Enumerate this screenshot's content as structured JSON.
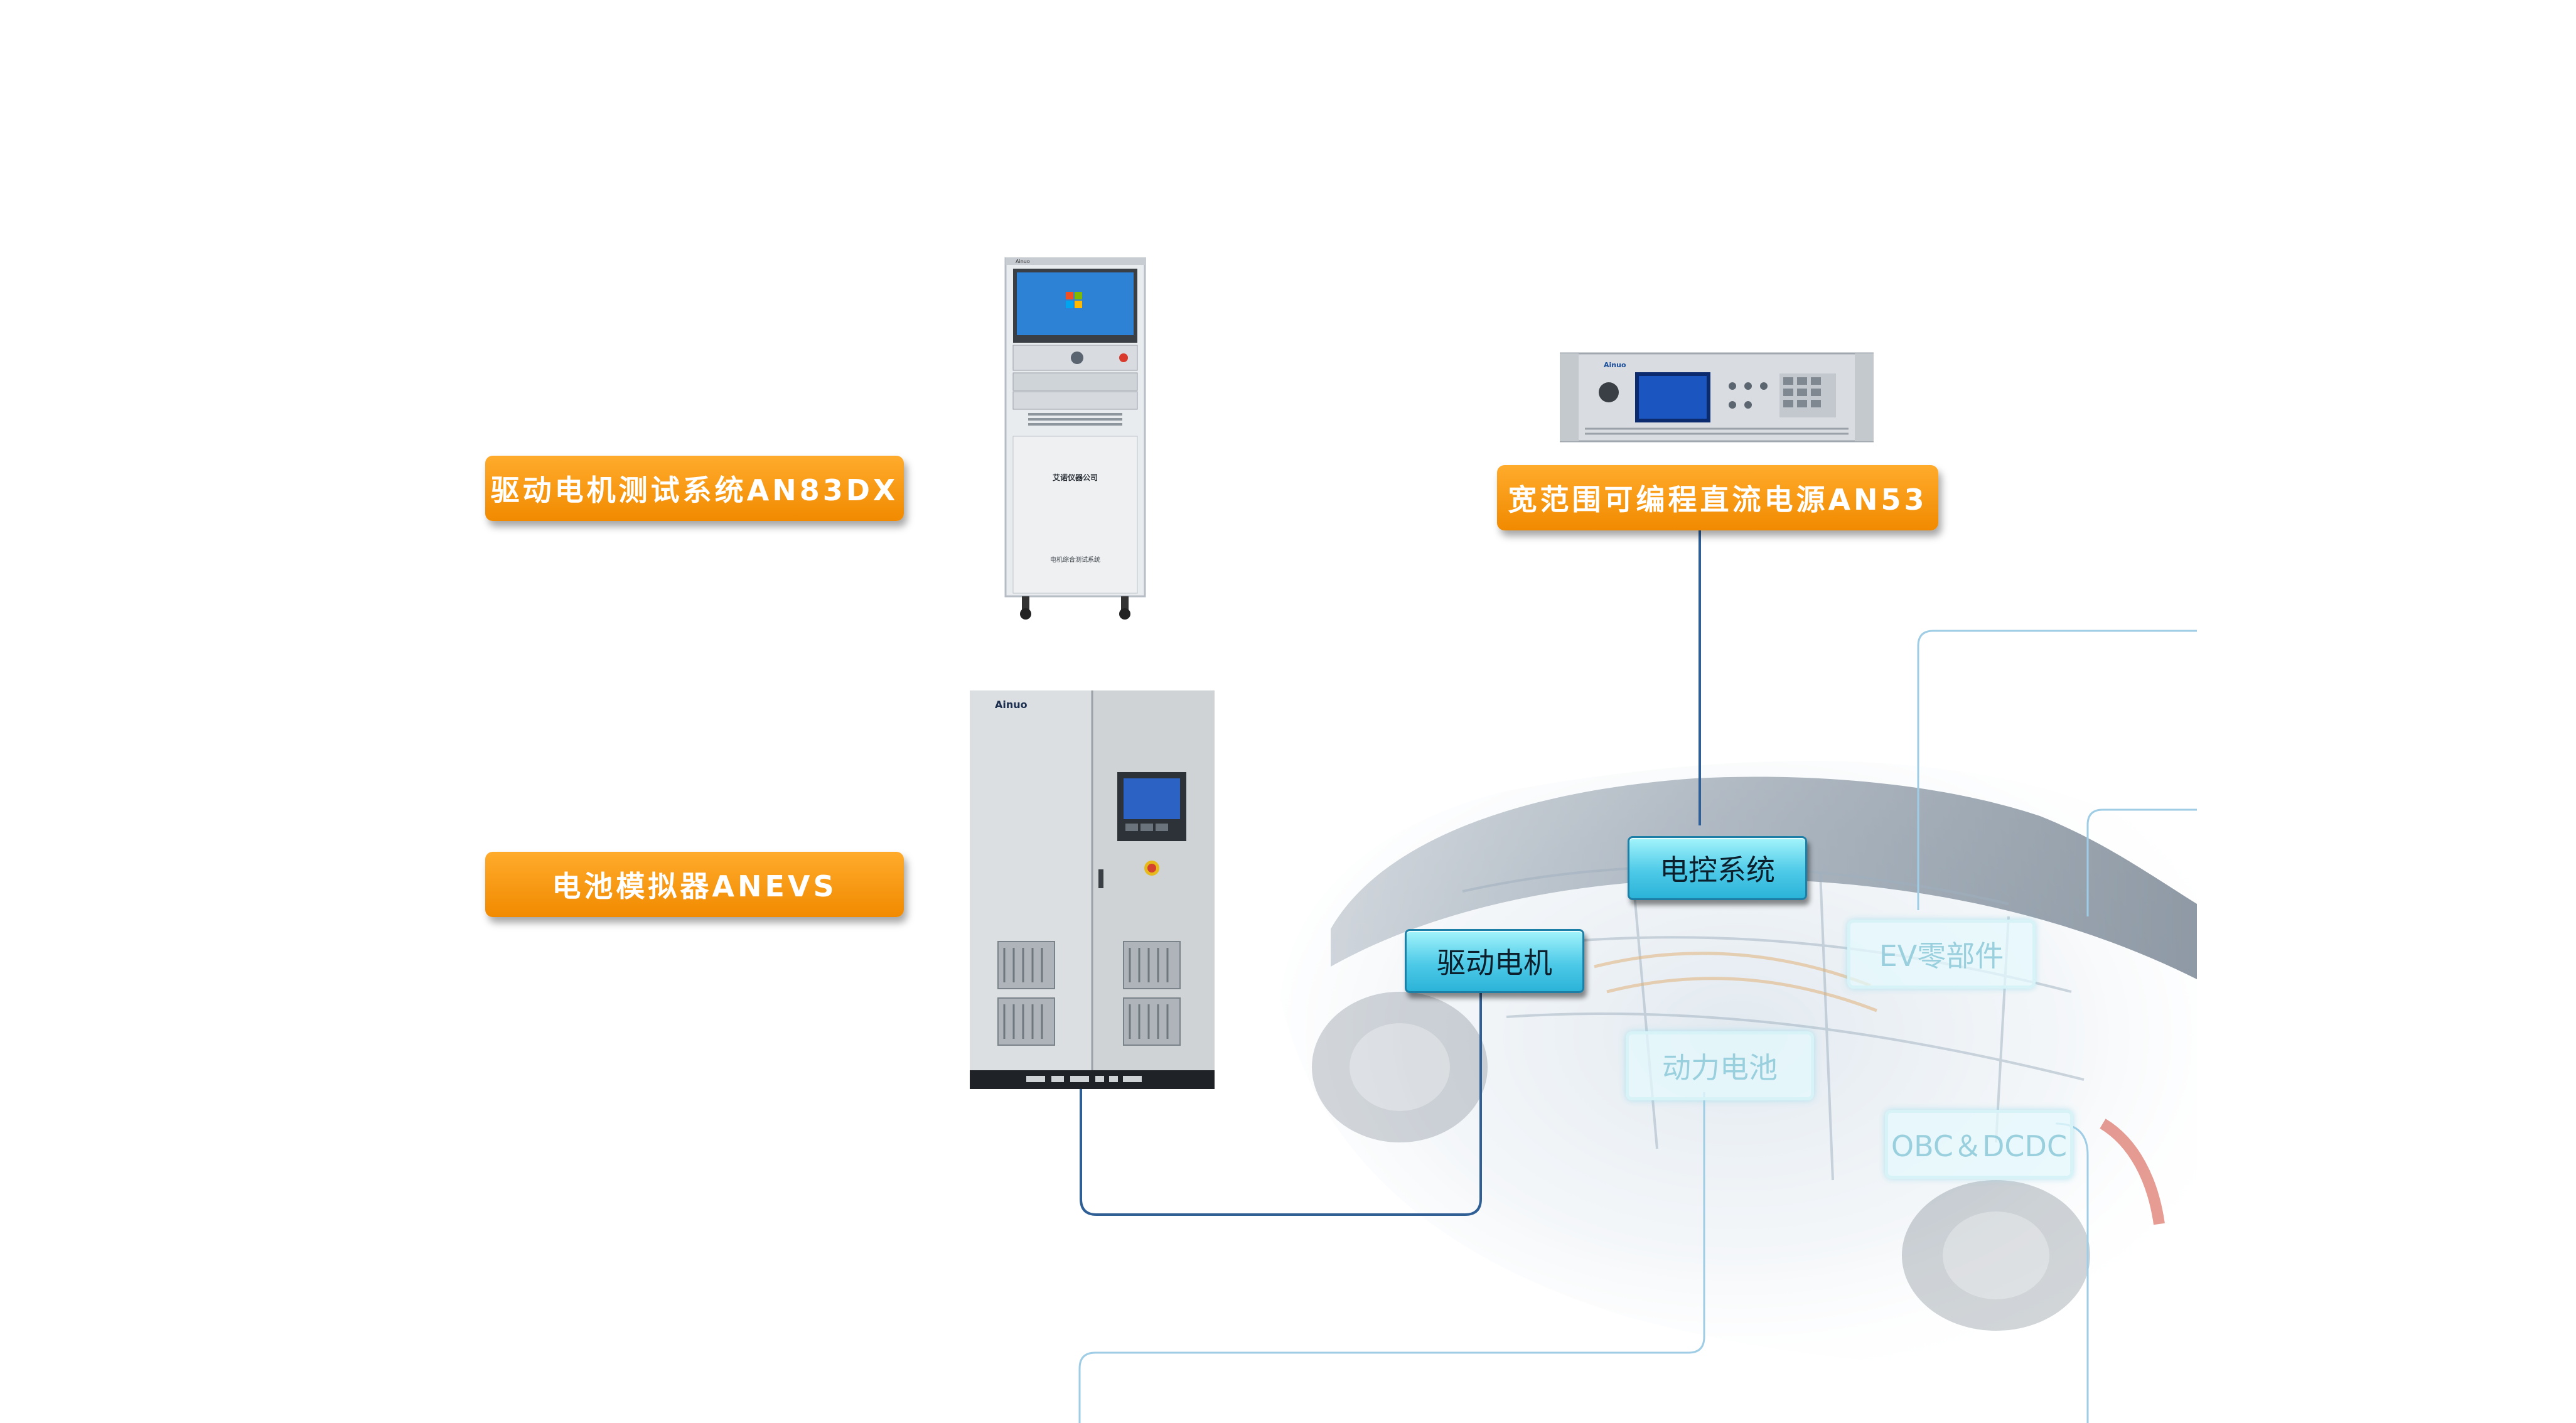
{
  "labels": {
    "motor_test_system": "驱动电机测试系统AN83DX",
    "dc_power_supply": "宽范围可编程直流电源AN53",
    "battery_simulator": "电池模拟器ANEVS"
  },
  "components": {
    "electronic_control": "电控系统",
    "drive_motor": "驱动电机",
    "ev_parts": "EV零部件",
    "power_battery": "动力电池",
    "obc_dcdc": "OBC＆DCDC"
  },
  "device_text": {
    "brand": "Ainuo",
    "cabinet_company": "艾诺仪器公司",
    "cabinet_system_name": "电机综合测试系统"
  },
  "colors": {
    "label_orange": "#f39200",
    "chip_blue": "#4ecae8",
    "line_dark_blue": "#2f5f95",
    "line_light_blue": "#9fcde6"
  }
}
